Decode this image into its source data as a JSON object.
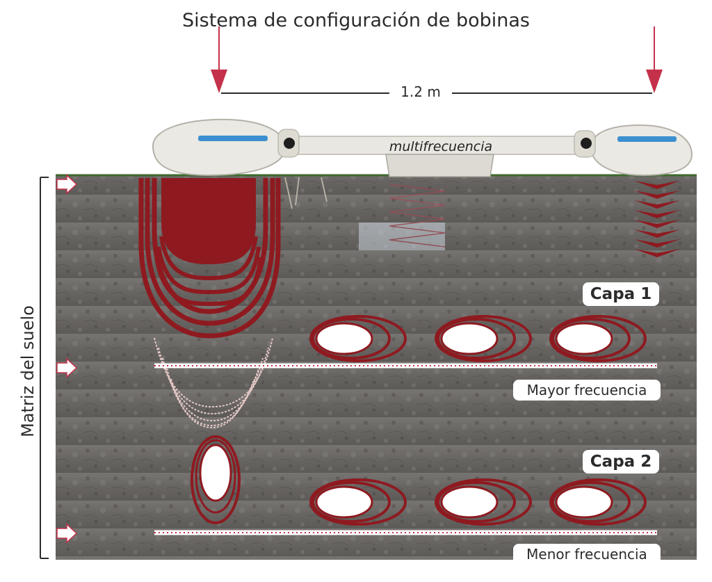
{
  "title": "Sistema de configuración de bobinas",
  "span_label": "1.2 m",
  "device_label": "multifrecuencia",
  "side_label": "Matriz del suelo",
  "layers": [
    "Capa 1",
    "Capa 2"
  ],
  "frequency_labels": {
    "high": "Mayor frecuencia",
    "low": "Menor frecuencia"
  },
  "colors": {
    "coil_red": "#8e1a20",
    "arrow_red": "#c5314a",
    "soil": "#6f6c69",
    "device": "#e9e7e1"
  }
}
